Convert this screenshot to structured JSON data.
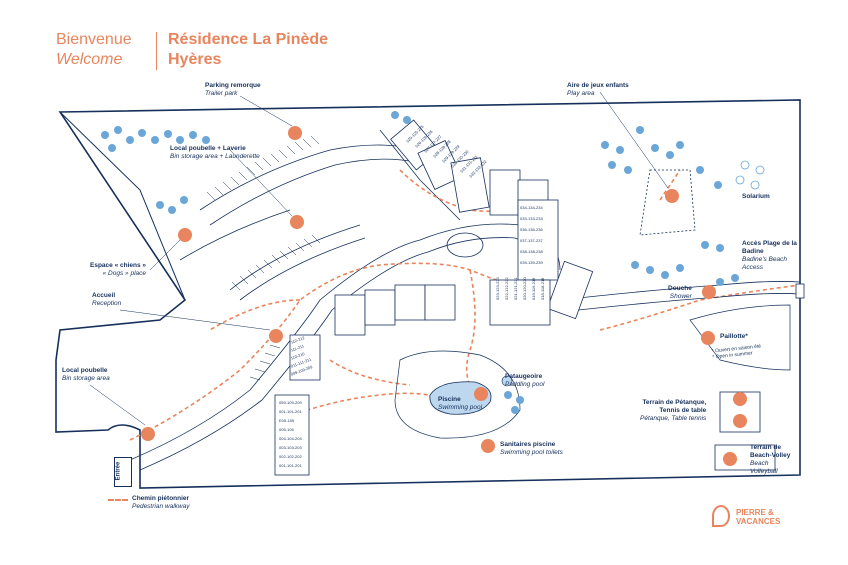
{
  "header": {
    "welcome_fr": "Bienvenue",
    "welcome_en": "Welcome",
    "residence": "Résidence La Pinède",
    "town": "Hyères"
  },
  "labels": {
    "trailer_fr": "Parking remorque",
    "trailer_en": "Trailer park",
    "bin_laundry_fr": "Local poubelle + Laverie",
    "bin_laundry_en": "Bin storage area + Launderette",
    "dogs_fr": "Espace « chiens »",
    "dogs_en": "« Dogs » place",
    "reception_fr": "Accueil",
    "reception_en": "Reception",
    "bin_fr": "Local poubelle",
    "bin_en": "Bin storage area",
    "play_fr": "Aire de jeux enfants",
    "play_en": "Play area",
    "solarium": "Solarium",
    "beach_fr": "Accès Plage de la Badine",
    "beach_en": "Badine's Beach Access",
    "shower_fr": "Douche",
    "shower_en": "Shower",
    "paillotte": "Paillotte*",
    "paillotte_note_fr": "* Ouvert en saison été",
    "paillotte_note_en": "* Open in summer",
    "pool_fr": "Piscine",
    "pool_en": "Swimming pool",
    "paddling_fr": "Pataugeoire",
    "paddling_en": "Paddling pool",
    "toilets_fr": "Sanitaires piscine",
    "toilets_en": "Swimming pool toilets",
    "petanque_fr1": "Terrain de Pétanque,",
    "petanque_fr2": "Tennis de table",
    "petanque_en": "Pétanque, Table tennis",
    "volley_fr1": "Terrain de",
    "volley_fr2": "Beach-Volley",
    "volley_en1": "Beach",
    "volley_en2": "Volleyball",
    "entrance": "Entrée"
  },
  "legend": {
    "walkway_fr": "Chemin piétonnier",
    "walkway_en": "Pedestrian walkway"
  },
  "logo": {
    "line1": "PIERRE &",
    "line2": "VACANCES"
  },
  "colors": {
    "accent": "#e8855e",
    "ink": "#16305c",
    "tree": "#6aa7d8",
    "pool": "#bcd7ee"
  },
  "building_numbers": {
    "left_column": [
      "059-109-209",
      "001-101-201",
      "E05-155",
      "005-105",
      "004-104-204",
      "003-103-203",
      "002-102-202",
      "001-101-201"
    ],
    "corner": [
      "112-212",
      "111-211",
      "110-210",
      "011-111-211",
      "009-109-209"
    ],
    "north_arc": [
      "025-125-225",
      "026-126-226",
      "027-127-227",
      "028-128-228",
      "029-129-229",
      "030-130-230",
      "031-131-231",
      "032-132-232"
    ],
    "east_arc": [
      "034-134-234",
      "033-133-233",
      "036-136-236",
      "037-137-237",
      "038-138-238",
      "039-139-239"
    ],
    "south_row": [
      "023-123-223",
      "022-122-222",
      "021-121-221",
      "020-120-220",
      "019-119-219",
      "018-118-218"
    ]
  }
}
